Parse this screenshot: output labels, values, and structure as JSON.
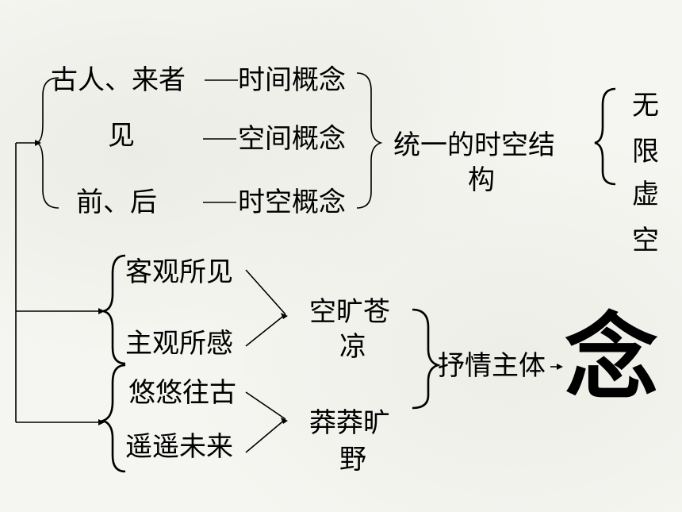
{
  "nodes": {
    "guren_laizhe": "古人、来者",
    "jian": "见",
    "qian_hou": "前、后",
    "shijian_gainian": "时间概念",
    "kongjian_gainian": "空间概念",
    "shikong_gainian": "时空概念",
    "tongyi_line1": "统一的时空结",
    "tongyi_line2": "构",
    "wuxian": "无限",
    "xukong": "虚空",
    "keguan_suojian": "客观所见",
    "zhuguan_suogan": "主观所感",
    "youyou_wanggu": "悠悠往古",
    "yaoyao_weilai": "遥遥未来",
    "kuangkuang_line1": "空旷苍",
    "kuangkuang_line2": "凉",
    "mangmang_line1": "莽莽旷",
    "mangmang_line2": "野",
    "shuqing_zhuti": "抒情主体",
    "nian": "念"
  }
}
